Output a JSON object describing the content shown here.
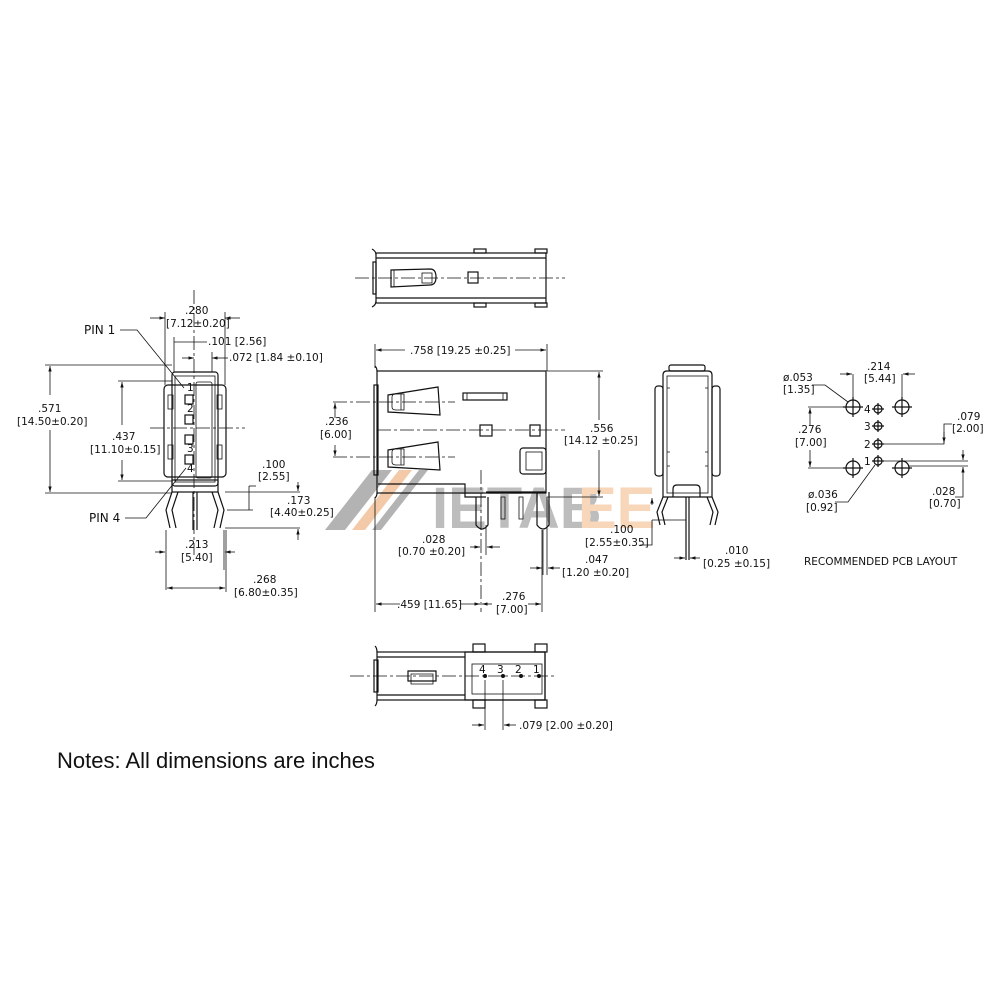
{
  "notes": "Notes: All dimensions are inches",
  "watermark": {
    "text_gray": "IETAB",
    "text_orange": "EE",
    "gray": "#9a9a9a",
    "orange": "#f5c9a3"
  },
  "front_view": {
    "pin1_label": "PIN  1",
    "pin4_label": "PIN  4",
    "pin_numbers": [
      "1",
      "2",
      "3",
      "4"
    ],
    "dims": {
      "width_in": ".280",
      "width_mm": "[7.12±0.20]",
      "d101": ".101  [2.56]",
      "d072": ".072  [1.84  ±0.10]",
      "height_in": ".571",
      "height_mm": "[14.50±0.20]",
      "inner_in": ".437",
      "inner_mm": "[11.10±0.15]",
      "d100_in": ".100",
      "d100_mm": "[2.55]",
      "d173_in": ".173",
      "d173_mm": "[4.40±0.25]",
      "d213_in": ".213",
      "d213_mm": "[5.40]",
      "d268_in": ".268",
      "d268_mm": "[6.80±0.35]"
    }
  },
  "side_view": {
    "dims": {
      "length": ".758  [19.25  ±0.25]",
      "d236_in": ".236",
      "d236_mm": "[6.00]",
      "d556_in": ".556",
      "d556_mm": "[14.12  ±0.25]",
      "d028_in": ".028",
      "d028_mm": "[0.70  ±0.20]",
      "d047_in": ".047",
      "d047_mm": "[1.20  ±0.20]",
      "d459": ".459  [11.65]",
      "d276_in": ".276",
      "d276_mm": "[7.00]"
    }
  },
  "end_view": {
    "dims": {
      "d100_in": ".100",
      "d100_mm": "[2.55±0.35]",
      "d010_in": ".010",
      "d010_mm": "[0.25  ±0.15]"
    }
  },
  "bottom_view": {
    "pin_numbers": [
      "4",
      "3",
      "2",
      "1"
    ],
    "dims": {
      "pitch": ".079  [2.00  ±0.20]"
    }
  },
  "pcb_layout": {
    "title": "RECOMMENDED  PCB  LAYOUT",
    "pin_numbers": [
      "4",
      "3",
      "2",
      "1"
    ],
    "dims": {
      "d214_in": ".214",
      "d214_mm": "[5.44]",
      "d053_in": "ø.053",
      "d053_mm": "[1.35]",
      "d276_in": ".276",
      "d276_mm": "[7.00]",
      "d079_in": ".079",
      "d079_mm": "[2.00]",
      "d036_in": "ø.036",
      "d036_mm": "[0.92]",
      "d028_in": ".028",
      "d028_mm": "[0.70]"
    }
  }
}
